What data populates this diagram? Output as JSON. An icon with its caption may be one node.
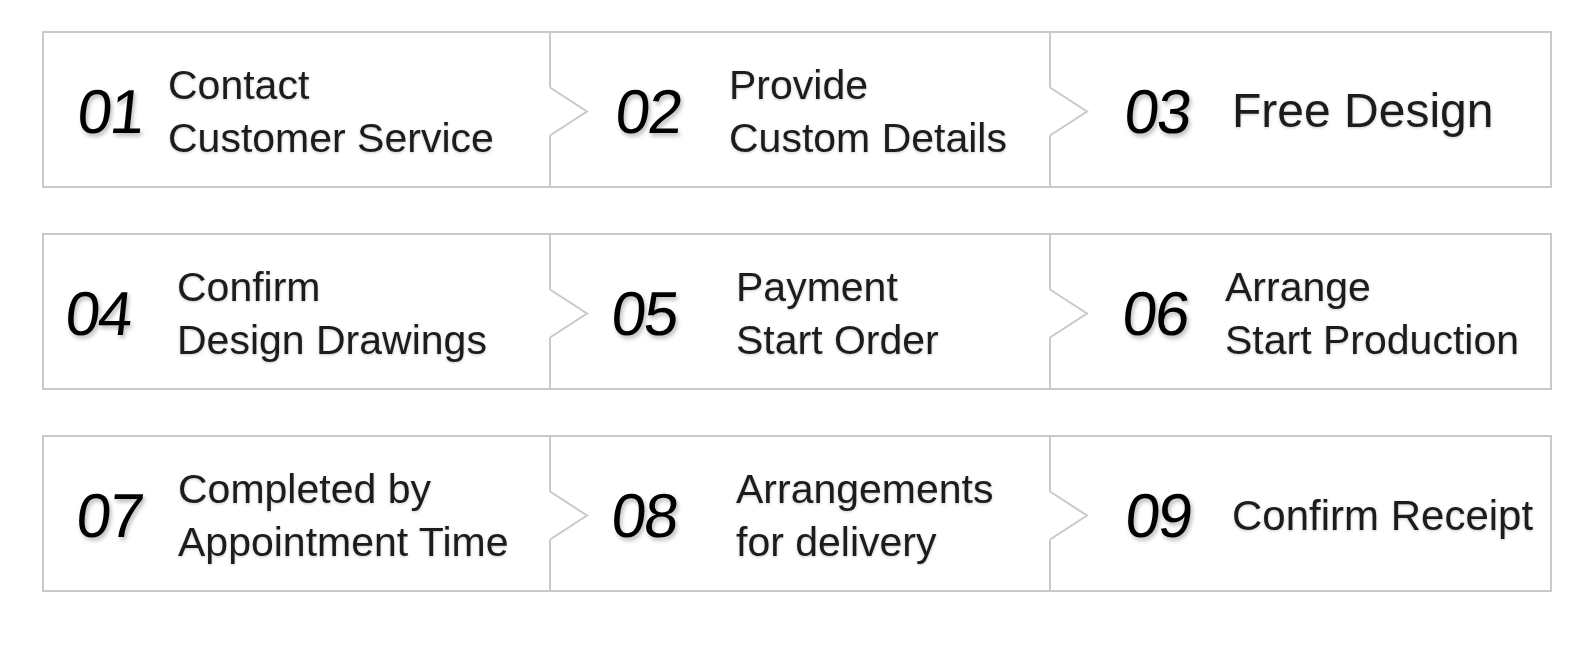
{
  "diagram": {
    "nodes": [
      {
        "text": [
          "01",
          "Contact Customer Service"
        ]
      },
      {
        "text": [
          "02",
          "Provide Custom Details"
        ]
      },
      {
        "text": [
          "03",
          "Free Design"
        ]
      },
      {
        "text": [
          "04",
          "Confirm Design Drawings"
        ]
      },
      {
        "text": [
          "05",
          "Payment Start Order"
        ]
      },
      {
        "text": [
          "06",
          "Arrange Start Production"
        ]
      },
      {
        "text": [
          "07",
          "Completed by Appointment Time"
        ]
      },
      {
        "text": [
          "08",
          "Arrangements for delivery"
        ]
      },
      {
        "text": [
          "09",
          "Confirm Receipt"
        ]
      }
    ],
    "edges": [
      {
        "from": 0,
        "to": 1,
        "arrow": "to"
      },
      {
        "from": 1,
        "to": 2,
        "arrow": "to"
      },
      {
        "from": 3,
        "to": 4,
        "arrow": "to"
      },
      {
        "from": 4,
        "to": 5,
        "arrow": "to"
      },
      {
        "from": 6,
        "to": 7,
        "arrow": "to"
      },
      {
        "from": 7,
        "to": 8,
        "arrow": "to"
      }
    ]
  }
}
